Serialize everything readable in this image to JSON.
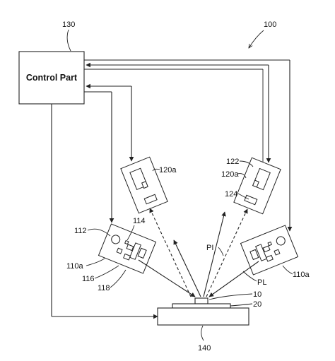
{
  "labels": {
    "system": "100",
    "control_ref": "130",
    "control_text": "Control Part",
    "stage_ref": "140",
    "sample": "10",
    "holder": "20",
    "detector_left": "120a",
    "detector_right": "120a",
    "detector_screen": "122",
    "detector_unit": "124",
    "source_left": "110a",
    "source_right": "110a",
    "source_lens": "112",
    "source_part_a": "114",
    "source_part_b": "116",
    "source_part_c": "118",
    "incident_light": "PL",
    "emitted_light": "PI"
  },
  "colors": {
    "line": "#222222",
    "background": "#ffffff"
  }
}
